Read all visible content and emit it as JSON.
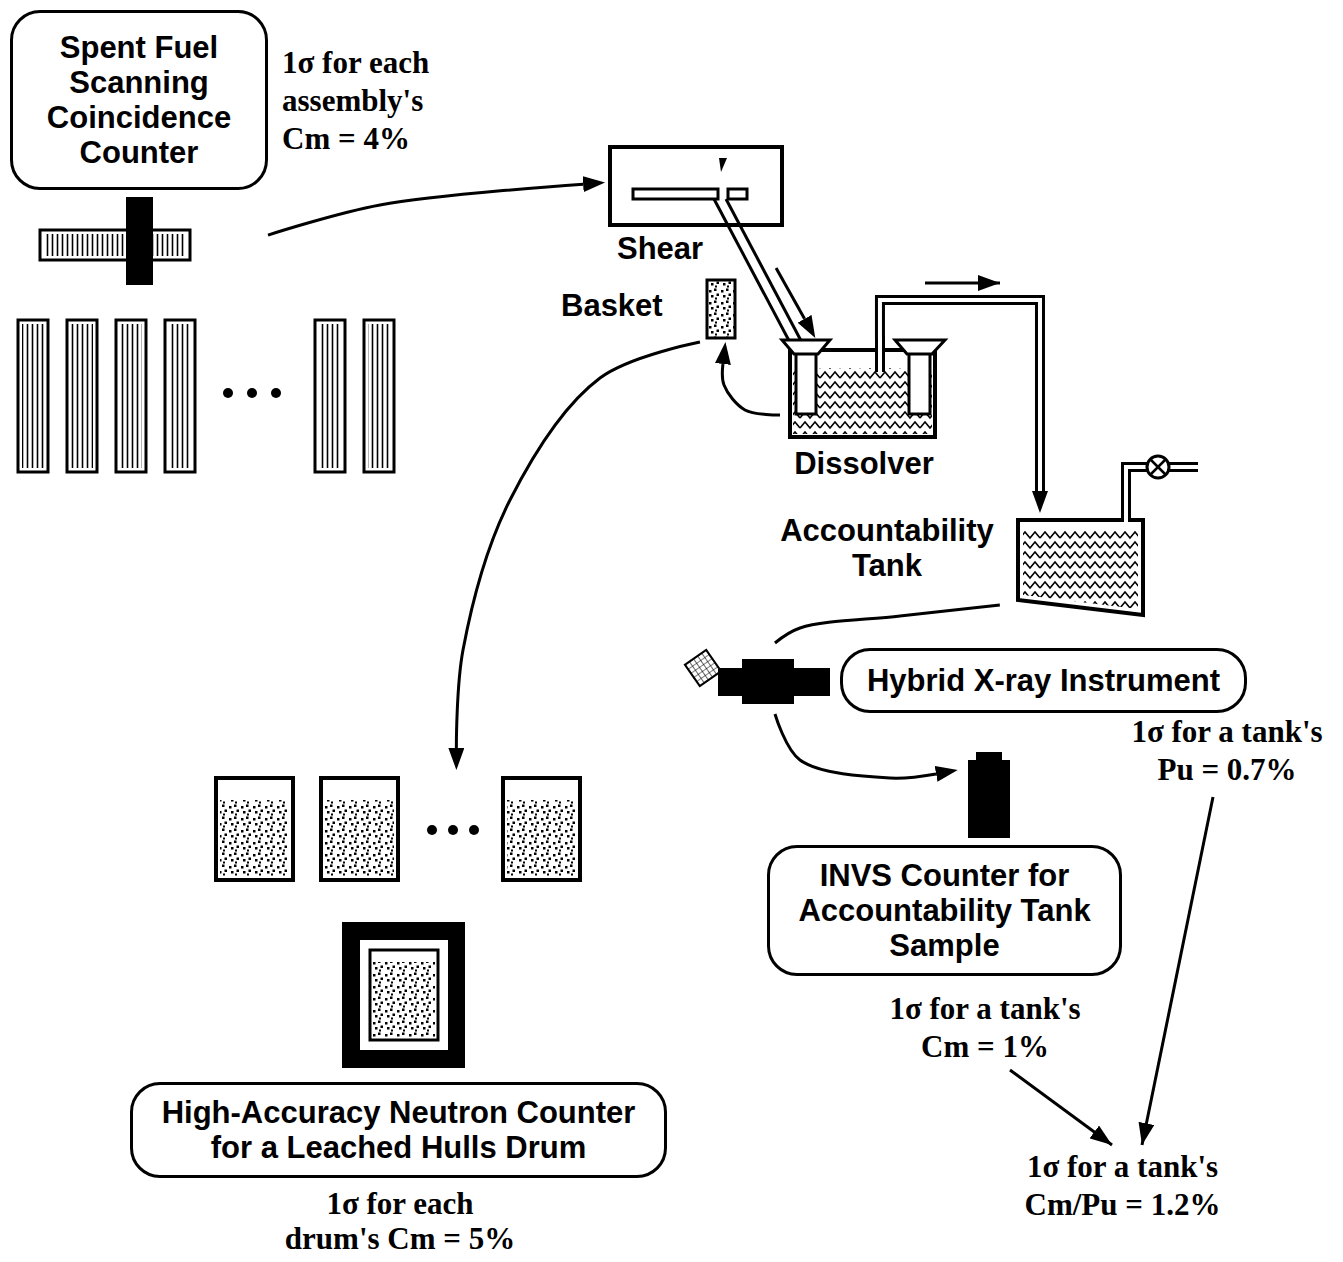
{
  "diagram": {
    "nodes": [
      {
        "text": [
          "Spent Fuel Scanning Coincidence Counter"
        ]
      },
      {
        "text": [
          "Shear"
        ]
      },
      {
        "text": [
          "Basket"
        ]
      },
      {
        "text": [
          "Dissolver"
        ]
      },
      {
        "text": [
          "Accountability Tank"
        ]
      },
      {
        "text": [
          "Hybrid X-ray Instrument"
        ]
      },
      {
        "text": [
          "INVS Counter for Accountability Tank Sample"
        ]
      },
      {
        "text": [
          "High-Accuracy Neutron Counter for a Leached Hulls Drum"
        ]
      }
    ],
    "edges": [
      {
        "from": 0,
        "to": 1,
        "arrow": "to"
      },
      {
        "from": 1,
        "to": 3,
        "arrow": "to"
      },
      {
        "from": 3,
        "to": 4,
        "arrow": "to"
      },
      {
        "from": 3,
        "to": 2,
        "arrow": "to"
      },
      {
        "from": 2,
        "to": 7,
        "arrow": "to"
      },
      {
        "from": 4,
        "to": 5,
        "arrow": "none"
      },
      {
        "from": 5,
        "to": 6,
        "arrow": "to"
      }
    ],
    "labels": [
      "1σ for each assembly's Cm = 4%",
      "1σ for a tank's Pu = 0.7%",
      "1σ for a tank's Cm = 1%",
      "1σ for a tank's Cm/Pu = 1.2%",
      "1σ for each drum's Cm = 5%"
    ]
  }
}
